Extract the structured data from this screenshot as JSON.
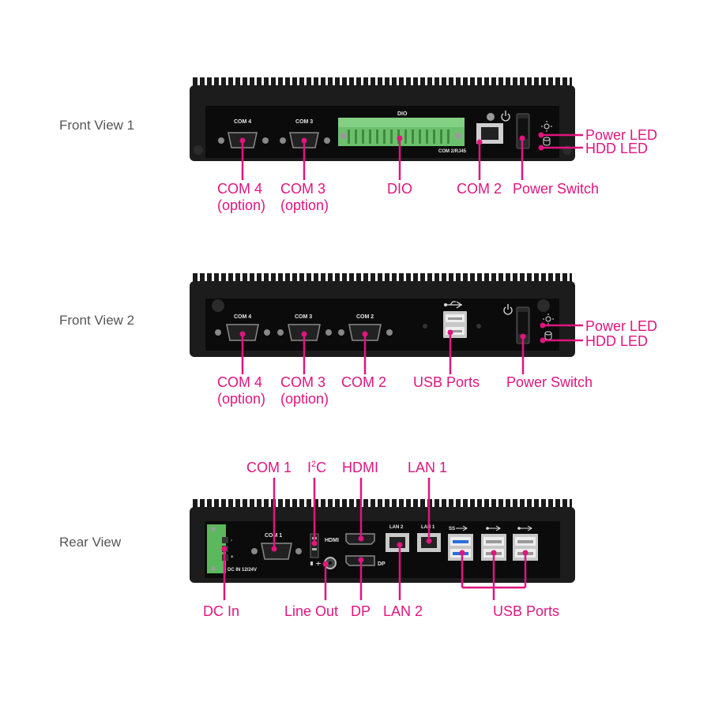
{
  "colors": {
    "callout": "#e0157f",
    "chassis": "#1c1c1c",
    "faceplate": "#0d0d0d",
    "dio_terminal": "#6cc06c"
  },
  "views": {
    "front1": {
      "title": "Front View 1",
      "panel_labels": {
        "com4": "COM 4",
        "com3": "COM 3",
        "dio": "DIO",
        "com2": "COM 2/RJ45"
      },
      "callouts": {
        "com4": "COM 4",
        "com4_note": "(option)",
        "com3": "COM 3",
        "com3_note": "(option)",
        "dio": "DIO",
        "com2": "COM 2",
        "power_switch": "Power Switch",
        "power_led": "Power LED",
        "hdd_led": "HDD LED"
      }
    },
    "front2": {
      "title": "Front View 2",
      "panel_labels": {
        "com4": "COM 4",
        "com3": "COM 3",
        "com2": "COM 2"
      },
      "callouts": {
        "com4": "COM 4",
        "com4_note": "(option)",
        "com3": "COM 3",
        "com3_note": "(option)",
        "com2": "COM 2",
        "usb": "USB Ports",
        "power_switch": "Power Switch",
        "power_led": "Power LED",
        "hdd_led": "HDD LED"
      }
    },
    "rear": {
      "title": "Rear View",
      "panel_labels": {
        "com1": "COM 1",
        "hdmi": "HDMI",
        "dp": "DP",
        "lan2": "LAN 2",
        "lan1": "LAN 1",
        "dcin": "DC IN 12/24V",
        "ss": "SS"
      },
      "callouts": {
        "com1": "COM 1",
        "i2c_main": "I",
        "i2c_sup": "2",
        "i2c_end": "C",
        "hdmi": "HDMI",
        "lan1": "LAN 1",
        "dc_in": "DC In",
        "line_out": "Line Out",
        "dp": "DP",
        "lan2": "LAN 2",
        "usb": "USB Ports"
      }
    }
  },
  "icons": [
    "power-icon",
    "sun-led-icon",
    "hdd-cylinder-icon",
    "usb-icon",
    "audio-out-icon"
  ]
}
